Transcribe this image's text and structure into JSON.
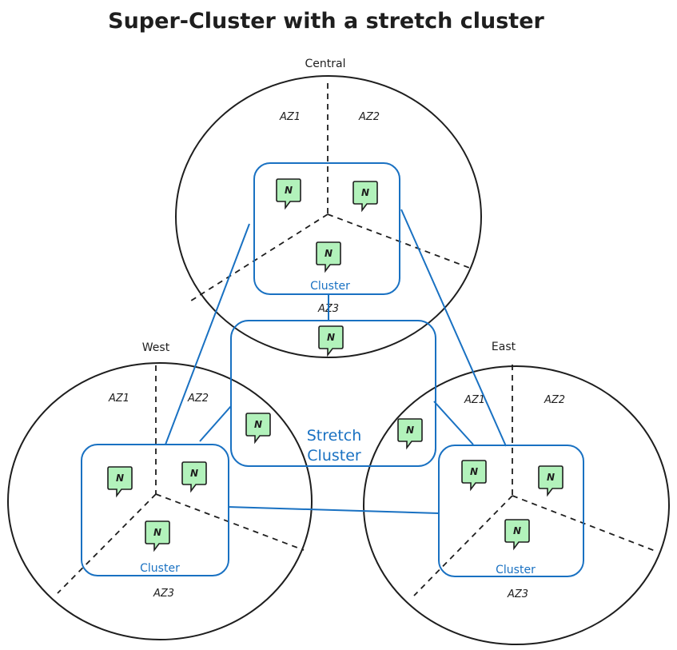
{
  "title": "Super-Cluster with a stretch cluster",
  "colors": {
    "region_stroke": "#1e1e1e",
    "cluster_stroke": "#1971c2",
    "node_fill": "#b2f2bb"
  },
  "regions": {
    "central": {
      "name": "Central",
      "az1": "AZ1",
      "az2": "AZ2",
      "az3": "AZ3",
      "cluster_label": "Cluster"
    },
    "west": {
      "name": "West",
      "az1": "AZ1",
      "az2": "AZ2",
      "az3": "AZ3",
      "cluster_label": "Cluster"
    },
    "east": {
      "name": "East",
      "az1": "AZ1",
      "az2": "AZ2",
      "az3": "AZ3",
      "cluster_label": "Cluster"
    }
  },
  "stretch_cluster": {
    "label_line1": "Stretch",
    "label_line2": "Cluster"
  },
  "node_label": "N",
  "node_icon": "speech-bubble-icon"
}
